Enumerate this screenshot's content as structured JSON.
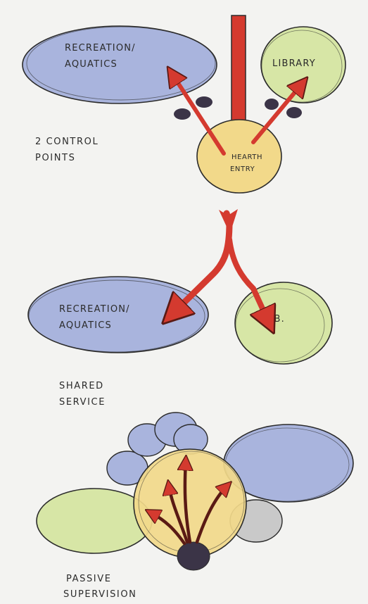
{
  "colors": {
    "blue": "#a9b4dd",
    "green": "#d7e6a6",
    "yellow": "#f2d98a",
    "red": "#d43a2f",
    "dark": "#3b3447",
    "grey": "#c9c9c9",
    "ink": "#2b2b2b"
  },
  "diagram1": {
    "rec_line1": "RECREATION/",
    "rec_line2": "AQUATICS",
    "library": "LIBRARY",
    "hearth_line1": "HEARTH",
    "hearth_line2": "ENTRY",
    "note_line1": "2 CONTROL",
    "note_line2": "POINTS"
  },
  "diagram2": {
    "rec_line1": "RECREATION/",
    "rec_line2": "AQUATICS",
    "library": "LIB.",
    "note_line1": "SHARED",
    "note_line2": "SERVICE"
  },
  "diagram3": {
    "note_line1": "PASSIVE",
    "note_line2": "SUPERVISION"
  }
}
